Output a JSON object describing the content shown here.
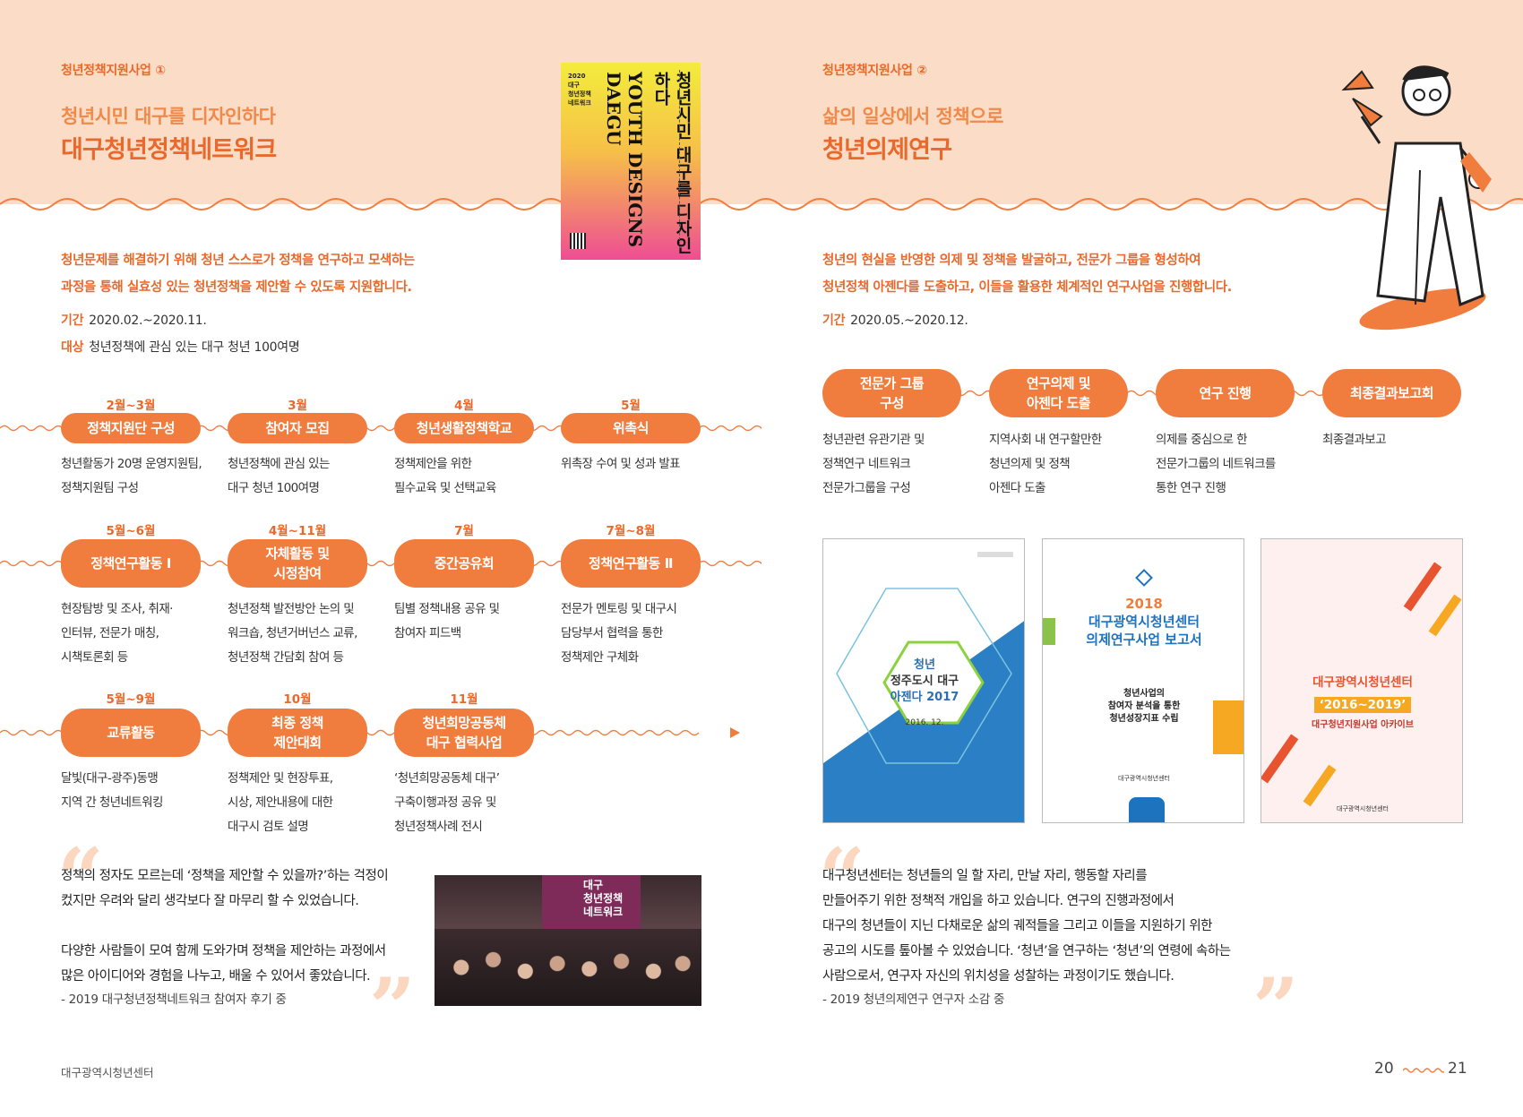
{
  "left": {
    "label": "청년정책지원사업 ①",
    "subtitle": "청년시민 대구를 디자인하다",
    "title": "대구청년정책네트워크",
    "intro_line1": "청년문제를 해결하기 위해 청년 스스로가 정책을 연구하고 모색하는",
    "intro_line2": "과정을 통해 실효성 있는 청년정책을 제안할 수 있도록 지원합니다.",
    "period_key": "기간",
    "period_value": "2020.02.~2020.11.",
    "target_key": "대상",
    "target_value": "청년정책에 관심 있는 대구 청년 100여명",
    "steps": [
      {
        "month": "2월~3월",
        "label": "정책지원단 구성",
        "desc": [
          "청년활동가 20명 운영지원팀,",
          "정책지원팀 구성"
        ]
      },
      {
        "month": "3월",
        "label": "참여자 모집",
        "desc": [
          "청년정책에 관심 있는",
          "대구 청년 100여명"
        ]
      },
      {
        "month": "4월",
        "label": "청년생활정책학교",
        "desc": [
          "정책제안을 위한",
          "필수교육 및 선택교육"
        ]
      },
      {
        "month": "5월",
        "label": "위촉식",
        "desc": [
          "위촉장 수여 및 성과 발표"
        ]
      },
      {
        "month": "5월~6월",
        "label": "정책연구활동 Ⅰ",
        "desc": [
          "현장탐방 및 조사, 취재·",
          "인터뷰, 전문가 매칭,",
          "시책토론회 등"
        ]
      },
      {
        "month": "4월~11월",
        "label_l1": "자체활동 및",
        "label_l2": "시정참여",
        "desc": [
          "청년정책 발전방안 논의 및",
          "워크숍, 청년거버넌스 교류,",
          "청년정책 간담회 참여 등"
        ]
      },
      {
        "month": "7월",
        "label": "중간공유회",
        "desc": [
          "팀별 정책내용 공유 및",
          "참여자 피드백"
        ]
      },
      {
        "month": "7월~8월",
        "label": "정책연구활동 Ⅱ",
        "desc": [
          "전문가 멘토링 및 대구시",
          "담당부서 협력을 통한",
          "정책제안 구체화"
        ]
      },
      {
        "month": "5월~9월",
        "label": "교류활동",
        "desc": [
          "달빛(대구-광주)동맹",
          "지역 간 청년네트워킹"
        ]
      },
      {
        "month": "10월",
        "label_l1": "최종 정책",
        "label_l2": "제안대회",
        "desc": [
          "정책제안 및 현장투표,",
          "시상, 제안내용에 대한",
          "대구시 검토 설명"
        ]
      },
      {
        "month": "11월",
        "label_l1": "청년희망공동체",
        "label_l2": "대구 협력사업",
        "desc": [
          "‘청년희망공동체 대구’",
          "구축이행과정 공유 및",
          "청년정책사례 전시"
        ]
      }
    ],
    "quote": {
      "l1": "정책의 정자도 모르는데 ‘정책을 제안할 수 있을까?’하는 걱정이",
      "l2": "컸지만 우려와 달리 생각보다 잘 마무리 할 수 있었습니다.",
      "l3": "다양한 사람들이 모여 함께 도와가며 정책을 제안하는 과정에서",
      "l4": "많은 아이디어와 경험을 나누고, 배울 수 있어서 좋았습니다.",
      "source": "- 2019 대구청년정책네트워크 참여자 후기 중"
    },
    "poster": {
      "title_kr": "청년시민 대구를 디자인하다",
      "title_en1": "YOUTH DESIGNS",
      "title_en2": "DAEGU",
      "small": [
        "2020",
        "대구",
        "청년정책",
        "네트워크"
      ]
    },
    "photo_banner": [
      "대구",
      "청년정책",
      "네트워크"
    ]
  },
  "right": {
    "label": "청년정책지원사업 ②",
    "subtitle": "삶의 일상에서 정책으로",
    "title": "청년의제연구",
    "intro_line1": "청년의 현실을 반영한 의제 및 정책을 발굴하고, 전문가 그룹을 형성하여",
    "intro_line2": "청년정책 아젠다를 도출하고, 이들을 활용한 체계적인 연구사업을 진행합니다.",
    "period_key": "기간",
    "period_value": "2020.05.~2020.12.",
    "process": [
      {
        "l1": "전문가 그룹",
        "l2": "구성",
        "desc": [
          "청년관련 유관기관 및",
          "정책연구 네트워크",
          "전문가그룹을 구성"
        ]
      },
      {
        "l1": "연구의제 및",
        "l2": "아젠다 도출",
        "desc": [
          "지역사회 내 연구할만한",
          "청년의제 및 정책",
          "아젠다 도출"
        ]
      },
      {
        "l1": "연구 진행",
        "l2": "",
        "desc": [
          "의제를 중심으로 한",
          "전문가그룹의 네트워크를",
          "통한 연구 진행"
        ]
      },
      {
        "l1": "최종결과보고회",
        "l2": "",
        "desc": [
          "최종결과보고"
        ]
      }
    ],
    "covers": {
      "c1": {
        "title1": "청년",
        "title2": "정주도시 대구",
        "title3": "아젠다 2017",
        "date": "2016. 12."
      },
      "c2": {
        "year": "2018",
        "t1": "대구광역시청년센터",
        "t2": "의제연구사업 보고서",
        "s1": "청년사업의",
        "s2": "참여자 분석을 통한",
        "s3": "청년성장지표 수립",
        "org": "대구광역시청년센터"
      },
      "c3": {
        "t1": "대구광역시청년센터",
        "t2": "‘2016~2019’",
        "t3": "대구청년지원사업 아카이브",
        "org": "대구광역시청년센터"
      }
    },
    "quote": {
      "l1": "대구청년센터는 청년들의 일 할 자리, 만날 자리, 행동할 자리를",
      "l2": "만들어주기 위한 정책적 개입을 하고 있습니다. 연구의 진행과정에서",
      "l3": "대구의 청년들이 지닌 다채로운 삶의 궤적들을 그리고 이들을 지원하기 위한",
      "l4": "공고의 시도를 톺아볼 수 있었습니다. ‘청년’을 연구하는 ‘청년’의 연령에 속하는",
      "l5": "사람으로서, 연구자 자신의 위치성을 성찰하는 과정이기도 했습니다.",
      "source": "- 2019 청년의제연구 연구자 소감 중"
    }
  },
  "footer": {
    "org": "대구광역시청년센터",
    "page_left": "20",
    "page_right": "21"
  },
  "colors": {
    "accent": "#f07c3e",
    "accent_dark": "#e8692b",
    "band": "#fbdcc6"
  }
}
